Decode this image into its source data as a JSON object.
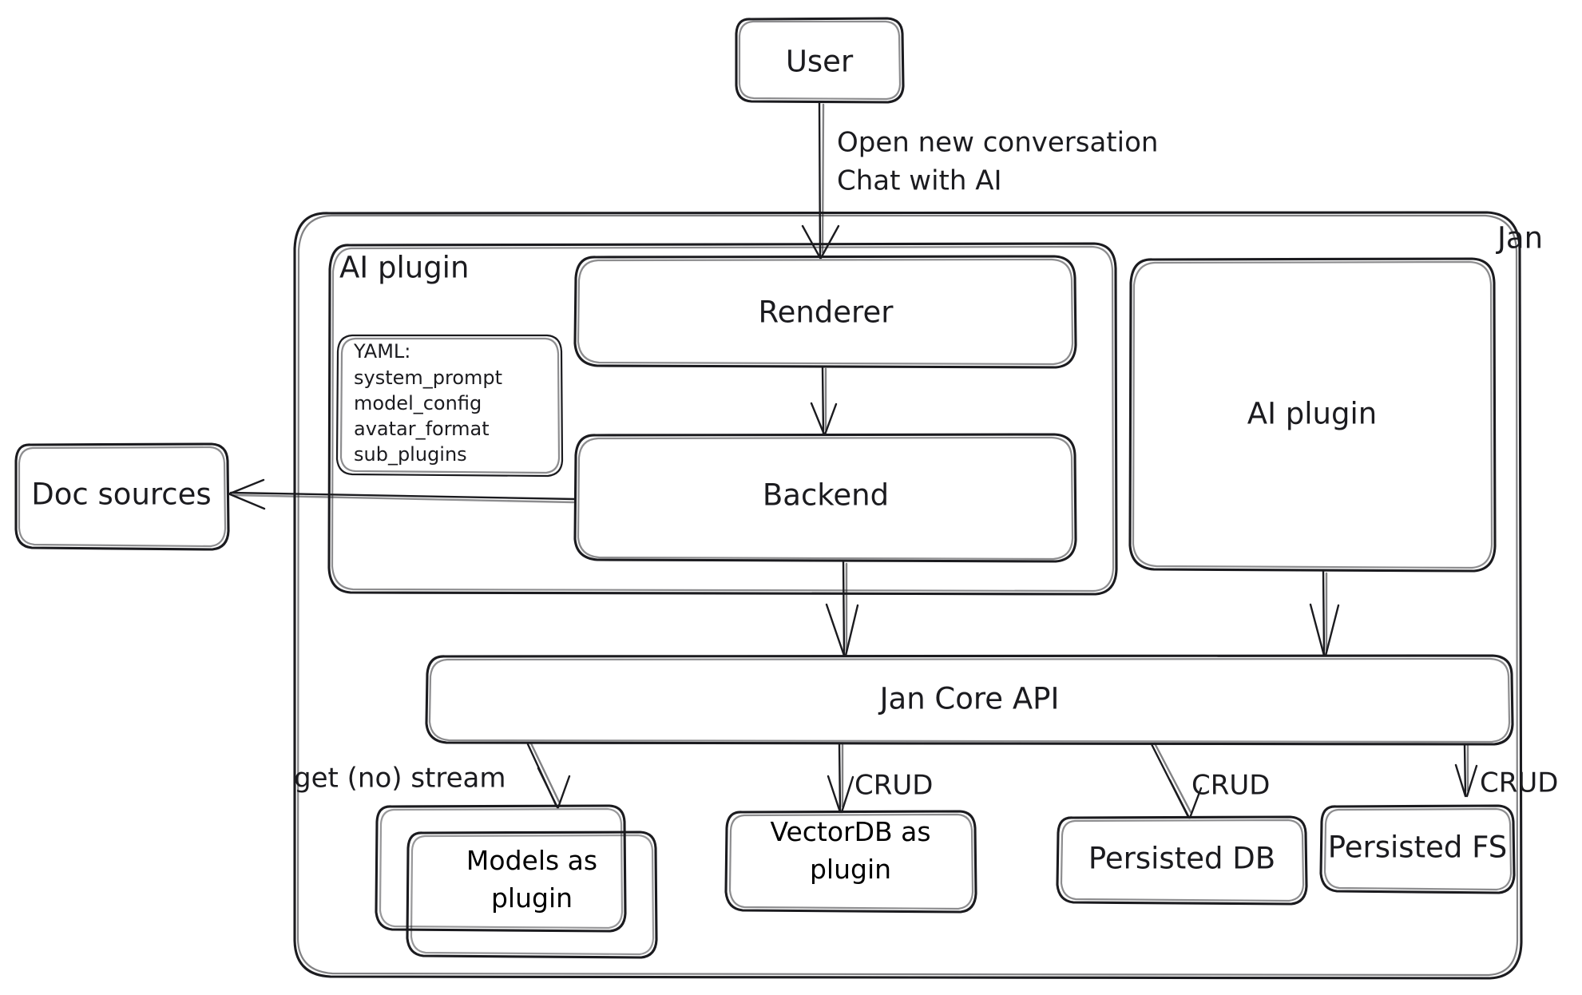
{
  "diagram": {
    "title": "Jan architecture diagram",
    "style": "hand-drawn",
    "background_color": "#ffffff",
    "stroke_color": "#1b1b1f",
    "text_color": "#1b1b1f"
  },
  "containers": {
    "jan": {
      "label": "Jan"
    },
    "ai_plugin_group": {
      "label": "AI plugin"
    }
  },
  "nodes": {
    "user": {
      "label": "User"
    },
    "renderer": {
      "label": "Renderer"
    },
    "backend": {
      "label": "Backend"
    },
    "ai_plugin_box": {
      "label": "AI plugin"
    },
    "doc_sources": {
      "label": "Doc sources"
    },
    "jan_core_api": {
      "label": "Jan Core API"
    },
    "models_plugin": {
      "line1": "Models as",
      "line2": "plugin"
    },
    "vectordb_plugin": {
      "line1": "VectorDB as",
      "line2": "plugin"
    },
    "persisted_db": {
      "label": "Persisted DB"
    },
    "persisted_fs": {
      "label": "Persisted FS"
    }
  },
  "yaml_note": {
    "title": "YAML:",
    "keys": [
      "system_prompt",
      "model_config",
      "avatar_format",
      "sub_plugins"
    ]
  },
  "edges": [
    {
      "from": "user",
      "to": "renderer",
      "label_line1": "Open new conversation",
      "label_line2": "Chat with AI"
    },
    {
      "from": "renderer",
      "to": "backend",
      "label": ""
    },
    {
      "from": "backend",
      "to": "doc_sources",
      "label": ""
    },
    {
      "from": "backend",
      "to": "jan_core_api",
      "label": ""
    },
    {
      "from": "ai_plugin_box",
      "to": "jan_core_api",
      "label": ""
    },
    {
      "from": "jan_core_api",
      "to": "models_plugin",
      "label": "get (no) stream"
    },
    {
      "from": "jan_core_api",
      "to": "vectordb_plugin",
      "label": "CRUD"
    },
    {
      "from": "jan_core_api",
      "to": "persisted_db",
      "label": "CRUD"
    },
    {
      "from": "jan_core_api",
      "to": "persisted_fs",
      "label": "CRUD"
    }
  ]
}
